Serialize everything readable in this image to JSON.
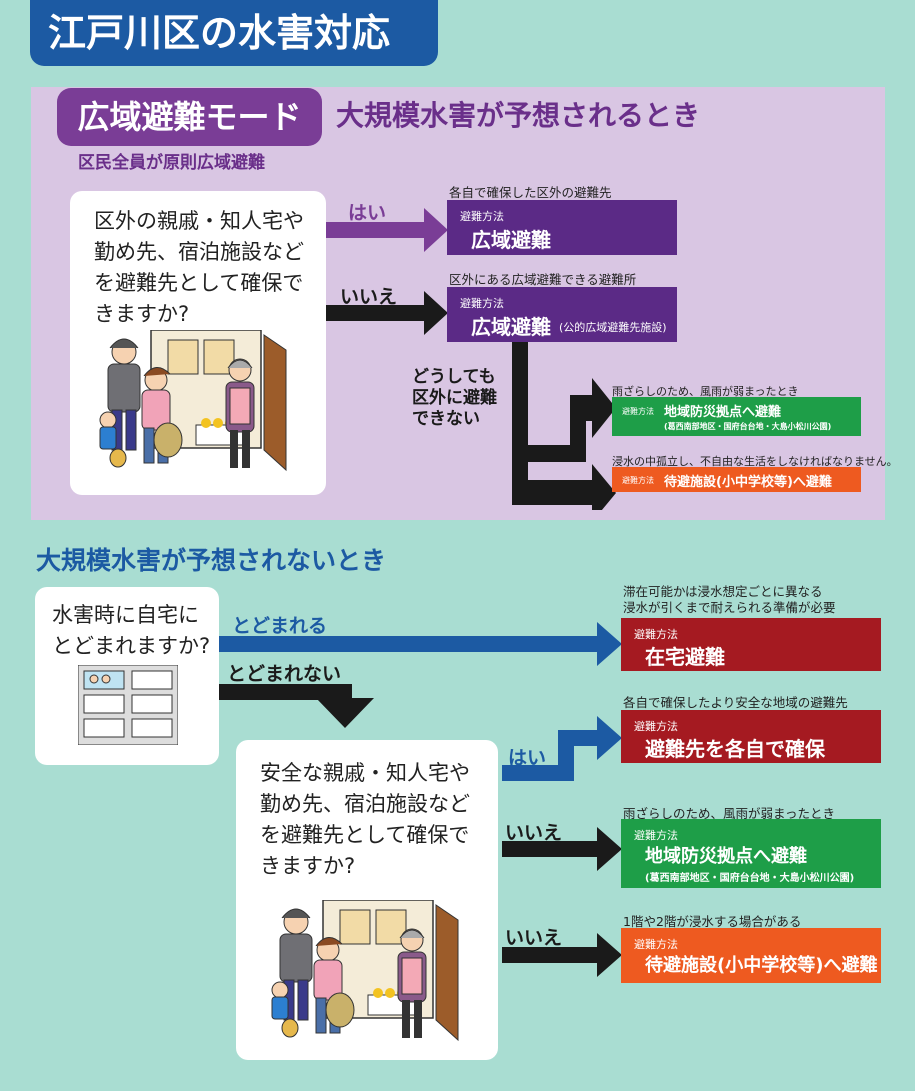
{
  "title": "江戸川区の水害対応",
  "wide": {
    "mode_label": "広域避難モード",
    "heading": "大規模水害が予想されるとき",
    "sub": "区民全員が原則広域避難",
    "question_lines": [
      "区外の親戚・知人宅や",
      "勤め先、宿泊施設など",
      "を避難先として確保で",
      "きますか?"
    ],
    "yes_label": "はい",
    "no_label": "いいえ",
    "cannot_lines": [
      "どうしても",
      "区外に避難",
      "できない"
    ],
    "yes_note": "各自で確保した区外の避難先",
    "yes_method_label": "避難方法",
    "yes_method": "広域避難",
    "no_note": "区外にある広域避難できる避難所",
    "no_method_label": "避難方法",
    "no_method": "広域避難",
    "no_method_suffix": "(公的広域避難先施設)",
    "green_note": "雨ざらしのため、風雨が弱まったとき",
    "green_label": "避難方法",
    "green_method": "地域防災拠点へ避難",
    "green_sub": "(葛西南部地区・国府台台地・大島小松川公園)",
    "orange_note": "浸水の中孤立し、不自由な生活をしなければなりません。",
    "orange_label": "避難方法",
    "orange_method": "待避施設(小中学校等)へ避難"
  },
  "local": {
    "heading": "大規模水害が予想されないとき",
    "question_lines": [
      "水害時に自宅に",
      "とどまれますか?"
    ],
    "stay_label": "とどまれる",
    "nostay_label": "とどまれない",
    "stay_note_lines": [
      "滞在可能かは浸水想定ごとに異なる",
      "浸水が引くまで耐えられる準備が必要"
    ],
    "stay_method_label": "避難方法",
    "stay_method": "在宅避難",
    "question2_lines": [
      "安全な親戚・知人宅や",
      "勤め先、宿泊施設など",
      "を避難先として確保で",
      "きますか?"
    ],
    "yes_label": "はい",
    "no_label": "いいえ",
    "no_label_2": "いいえ",
    "self_note": "各自で確保したより安全な地域の避難先",
    "self_method_label": "避難方法",
    "self_method": "避難先を各自で確保",
    "green_note": "雨ざらしのため、風雨が弱まったとき",
    "green_label": "避難方法",
    "green_method": "地域防災拠点へ避難",
    "green_sub": "(葛西南部地区・国府台台地・大島小松川公園)",
    "orange_note": "1階や2階が浸水する場合がある",
    "orange_label": "避難方法",
    "orange_method": "待避施設(小中学校等)へ避難"
  },
  "colors": {
    "background": "#a9ddd2",
    "title_blue": "#1c5aa3",
    "purple": "#6a2f8a",
    "panel_purple": "#d9c6e3",
    "method_purple": "#5b2a86",
    "green": "#1e9e48",
    "orange": "#ee5a20",
    "red": "#a51a21",
    "black": "#1a1a1a"
  }
}
